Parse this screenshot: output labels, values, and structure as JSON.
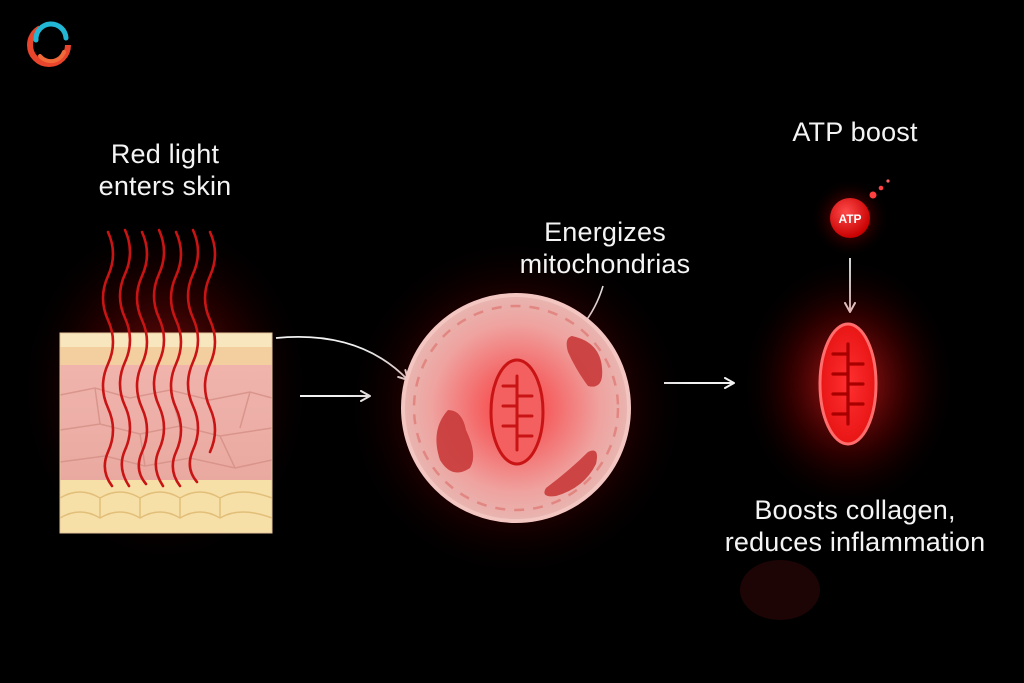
{
  "logo": {
    "icon": "swirl-logo-icon"
  },
  "step1": {
    "line1": "Red light",
    "line2": "enters skin"
  },
  "step2": {
    "line1": "Energizes",
    "line2": "mitochondrias"
  },
  "step3": {
    "title": "ATP boost",
    "atp_label": "ATP"
  },
  "result": {
    "line1": "Boosts collagen,",
    "line2": "reduces inflammation"
  },
  "colors": {
    "background": "#000000",
    "glow_red": "#ff1a1a",
    "wave_red": "#c81414",
    "arrow": "#f2f2f2"
  }
}
